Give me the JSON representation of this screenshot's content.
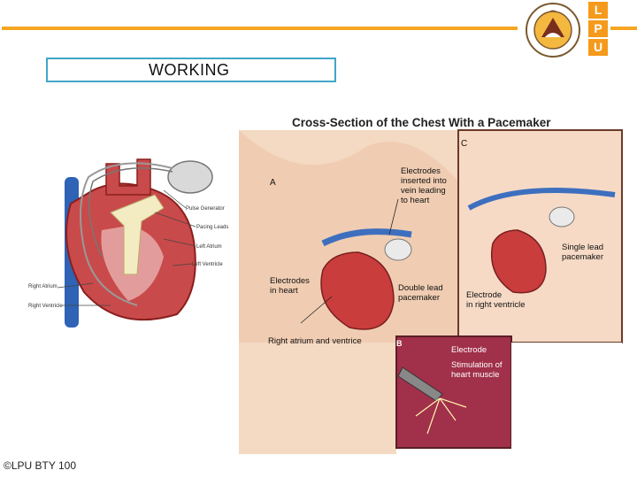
{
  "header": {
    "logo_letters": [
      "L",
      "P",
      "U"
    ]
  },
  "slide": {
    "title": "WORKING"
  },
  "footer": {
    "copyright": "©LPU BTY 100"
  },
  "figure_left": {
    "labels": {
      "pulse_generator": "Pulse Generator",
      "pacing_leads": "Pacing Leads",
      "left_atrium": "Left Atrium",
      "left_ventricle": "Left Ventricle",
      "right_atrium": "Right Atrium",
      "right_ventricle": "Right Ventricle"
    }
  },
  "figure_right": {
    "title": "Cross-Section of the Chest With a Pacemaker",
    "panel_a": "A",
    "panel_b": "B",
    "panel_c": "C",
    "electrodes_inserted_1": "Electrodes",
    "electrodes_inserted_2": "inserted into",
    "electrodes_inserted_3": "vein leading",
    "electrodes_inserted_4": "to heart",
    "electrodes_heart_1": "Electrodes",
    "electrodes_heart_2": "in heart",
    "double_lead_1": "Double lead",
    "double_lead_2": "pacemaker",
    "right_atrium_ventricle": "Right atrium and ventrice",
    "single_lead_1": "Single lead",
    "single_lead_2": "pacemaker",
    "electrode_rv_1": "Electrode",
    "electrode_rv_2": "in right ventricle",
    "electrode": "Electrode",
    "stimulation_1": "Stimulation of",
    "stimulation_2": "heart muscle"
  }
}
